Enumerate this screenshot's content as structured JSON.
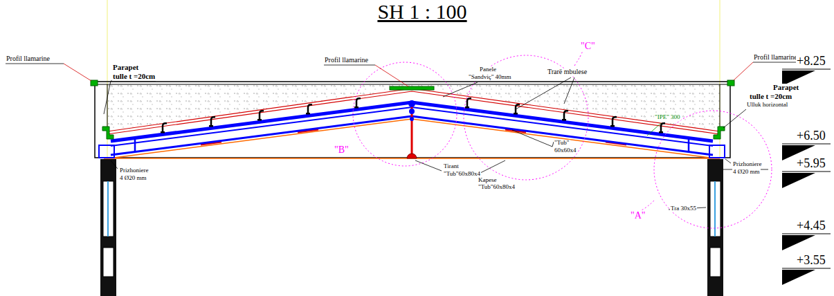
{
  "diagram": {
    "title": "SH 1 : 100",
    "labels": [
      "Profil llamarine",
      "Parapet",
      "tulle t =20cm",
      "Profil llamarine",
      "Panele",
      "\"Sandviç\" 40mm",
      "Trarë mbulese",
      "Profil llamarine",
      "Parapet",
      "tulle t =20cm",
      "Ulluk horizontal",
      "\"IPE\" 300",
      "\"Tub\"",
      "60x60x4",
      "Tirant",
      "\"Tub\"60x80x4",
      "Kapese",
      "\"Tub\"60x80x4",
      "Prizhoniere",
      "4 Ø20 mm",
      "Prizhoniere",
      "4 Ø20 mm",
      "Tra 30x55",
      "\"A\"",
      "\"B\"",
      "\"C\"",
      "+8.25",
      "+6.50",
      "+5.95",
      "+4.45",
      "+3.55"
    ]
  }
}
